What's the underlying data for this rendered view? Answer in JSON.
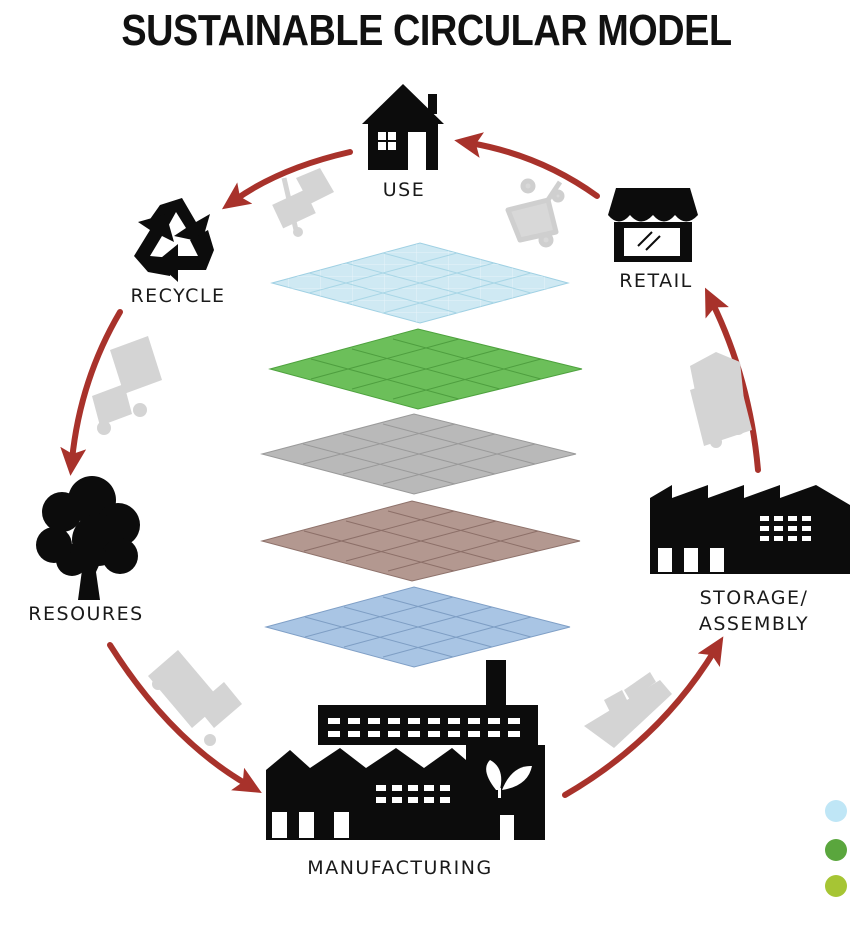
{
  "title": "SUSTAINABLE CIRCULAR MODEL",
  "stages": {
    "use": "USE",
    "retail": "RETAIL",
    "storage_line1": "STORAGE/",
    "storage_line2": "ASSEMBLY",
    "manufacturing": "MANUFACTURING",
    "resources": "RESOURES",
    "recycle": "RECYCLE"
  },
  "colors": {
    "arrow": "#a8322b",
    "icon": "#0c0c0c",
    "faded_icon": "#cfcfcf",
    "layer_top": "#cfe9f3",
    "layer_2": "#6cbf5a",
    "layer_3": "#b9b9b9",
    "layer_4": "#b39890",
    "layer_5": "#a9c5e4",
    "legend_1": "#bfe6f6",
    "legend_2": "#5aa63d",
    "legend_3": "#a6c534"
  },
  "icons": {
    "use": "house-icon",
    "retail": "shop-icon",
    "storage": "warehouse-icon",
    "manufacturing": "factory-icon",
    "resources": "tree-icon",
    "recycle": "recycle-icon",
    "transport": [
      "cart-icon",
      "truck-icon",
      "ship-icon",
      "truck-icon",
      "truck-icon",
      "hand-truck-icon"
    ]
  }
}
